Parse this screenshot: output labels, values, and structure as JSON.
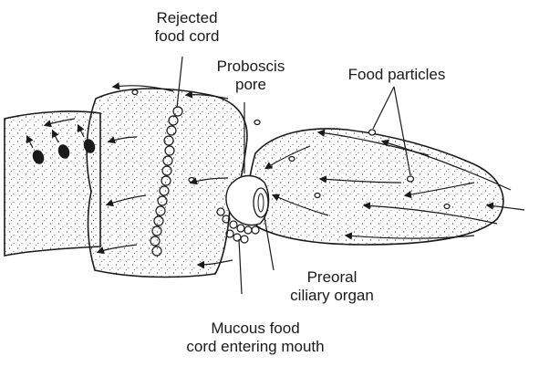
{
  "diagram": {
    "labels": {
      "rejected_food_cord": [
        "Rejected",
        "food cord"
      ],
      "proboscis_pore": [
        "Proboscis",
        "pore"
      ],
      "food_particles": "Food particles",
      "preoral_ciliary_organ": [
        "Preoral",
        "ciliary organ"
      ],
      "mucous_food_cord": [
        "Mucous food",
        "cord entering mouth"
      ]
    },
    "colors": {
      "ink": "#1a1a1a",
      "background": "#ffffff"
    }
  }
}
